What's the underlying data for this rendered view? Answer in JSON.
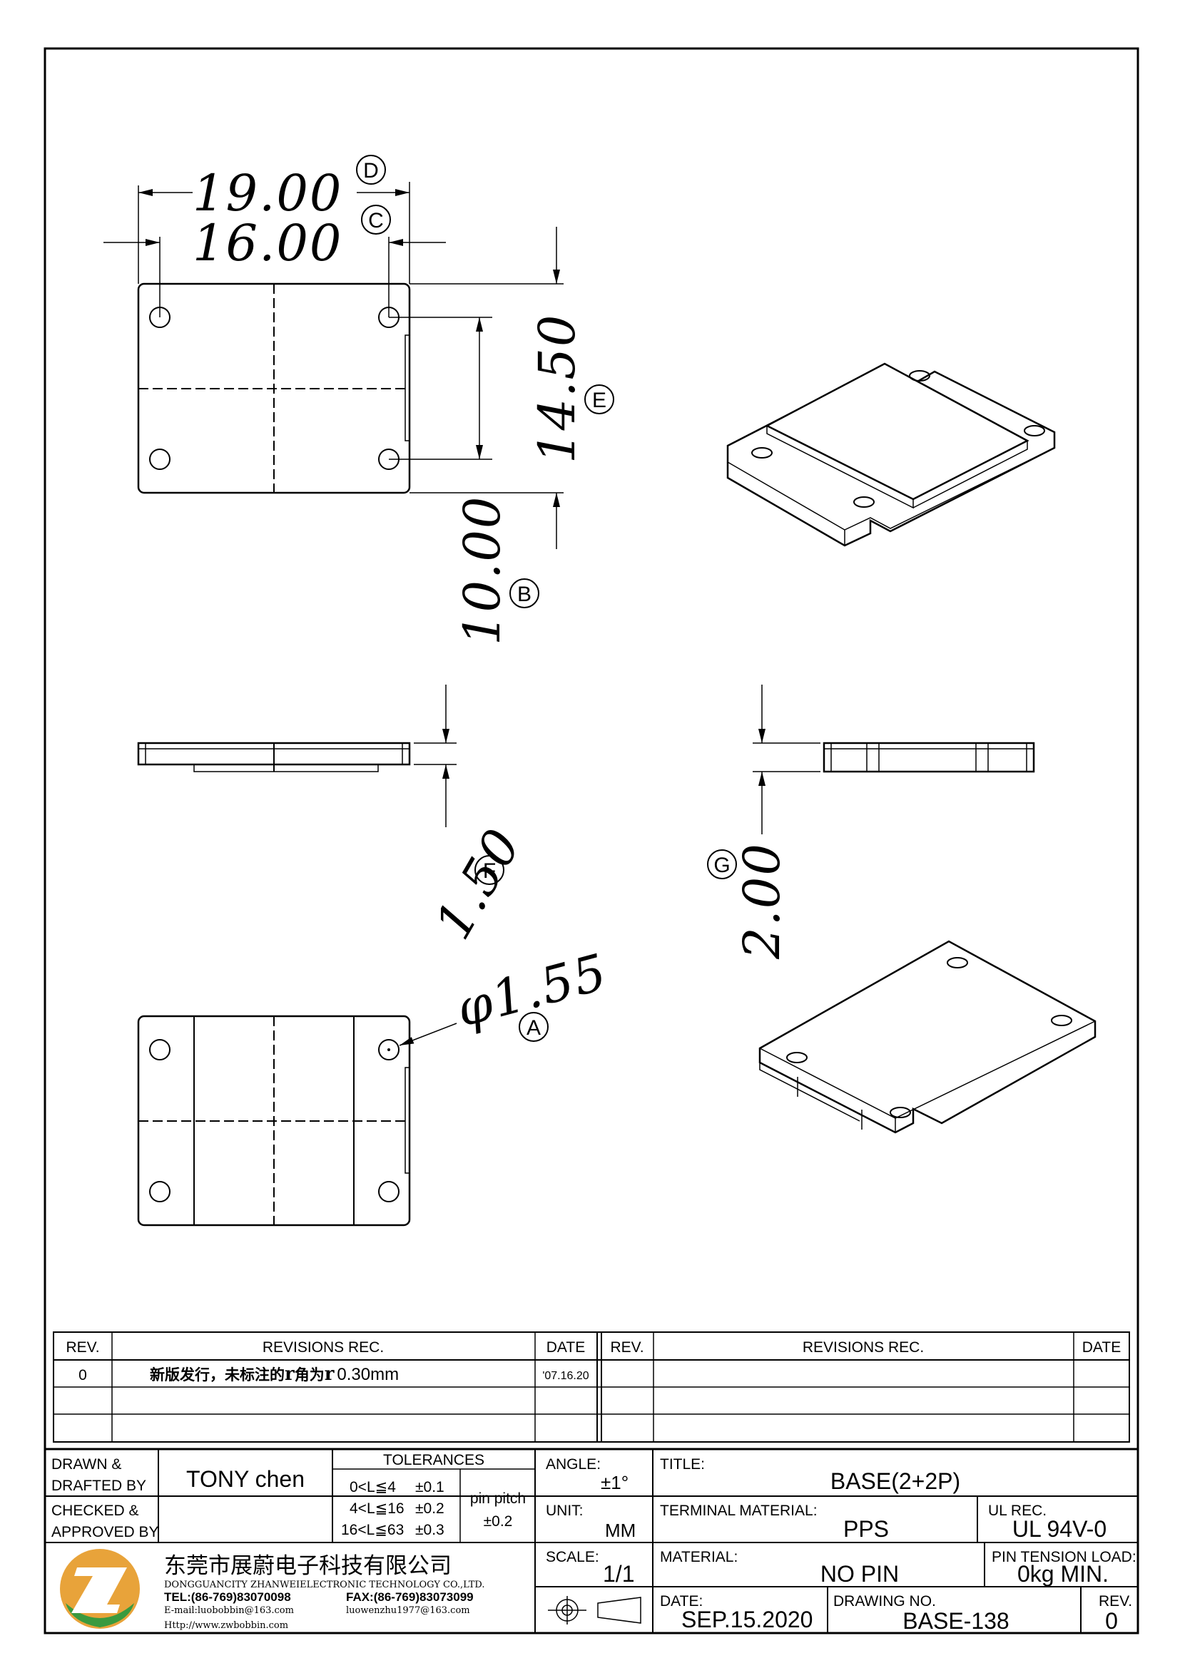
{
  "dimensions": {
    "d19": {
      "value": "19.00",
      "label": "D"
    },
    "d16": {
      "value": "16.00",
      "label": "C"
    },
    "d14_5": {
      "value": "14.50",
      "label": "E"
    },
    "d10": {
      "value": "10.00",
      "label": "B"
    },
    "d1_5": {
      "value": "1.50",
      "label": "F"
    },
    "d2": {
      "value": "2.00",
      "label": "G"
    },
    "hole": {
      "value": "φ1.55",
      "label": "A"
    }
  },
  "revisions": {
    "headers": {
      "rev": "REV.",
      "rec": "REVISIONS   REC.",
      "date": "DATE"
    },
    "rows": [
      {
        "rev": "0",
        "rec_cn": "新版发行，未标注的",
        "r1": "r",
        "rec_cn2": "角为",
        "r2": "r",
        "rec_val": "0.30mm",
        "date": "'07.16.20"
      }
    ]
  },
  "title_block": {
    "drawn_label_1": "DRAWN &",
    "drawn_label_2": "DRAFTED BY",
    "drawn_by": "TONY chen",
    "checked_label_1": "CHECKED &",
    "checked_label_2": "APPROVED BY",
    "tolerances_label": "TOLERANCES",
    "tol_rows": [
      {
        "range": "0<L≦4",
        "tol": "±0.1"
      },
      {
        "range": "4<L≦16",
        "tol": "±0.2"
      },
      {
        "range": "16<L≦63",
        "tol": "±0.3"
      }
    ],
    "pin_pitch_label": "pin pitch",
    "pin_pitch_tol": "±0.2",
    "angle_label": "ANGLE:",
    "angle_value": "±1°",
    "unit_label": "UNIT:",
    "unit_value": "MM",
    "scale_label": "SCALE:",
    "scale_value": "1/1",
    "title_label": "TITLE:",
    "title_value": "BASE(2+2P)",
    "terminal_label": "TERMINAL MATERIAL:",
    "terminal_value": "PPS",
    "ul_label": "UL REC.",
    "ul_value": "UL 94V-0",
    "material_label": "MATERIAL:",
    "material_value": "NO PIN",
    "pin_tension_label": "PIN TENSION LOAD:",
    "pin_tension_value": "0kg MIN.",
    "date_label": "DATE:",
    "date_value": "SEP.15.2020",
    "drawing_no_label": "DRAWING NO.",
    "drawing_no_value": "BASE-138",
    "rev_label": "REV.",
    "rev_value": "0"
  },
  "company": {
    "name_cn": "东莞市展蔚电子科技有限公司",
    "name_en": "DONGGUANCITY ZHANWEIELECTRONIC TECHNOLOGY CO.,LTD.",
    "tel": "TEL:(86-769)83070098",
    "fax": "FAX:(86-769)83073099",
    "email": "E-mail:luobobbin@163.com",
    "email2": "luowenzhu1977@163.com",
    "web": "Http://www.zwbobbin.com",
    "logo_color_1": "#e8a33a",
    "logo_color_2": "#3a9a3f"
  }
}
